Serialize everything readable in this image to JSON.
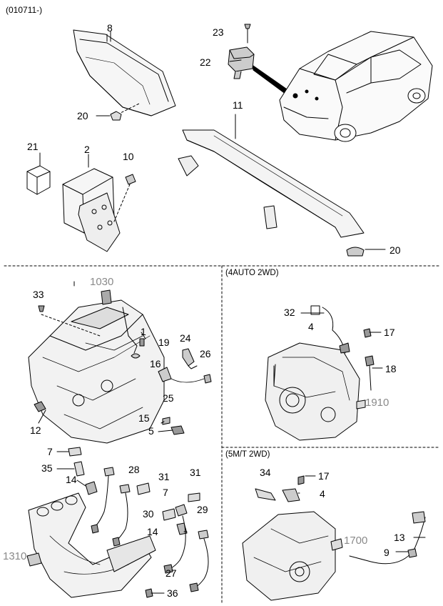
{
  "header": {
    "code": "(010711-)"
  },
  "sections": {
    "auto": "(4AUTO 2WD)",
    "manual": "(5M/T 2WD)"
  },
  "labels": {
    "p8": "8",
    "p23": "23",
    "p22": "22",
    "p20a": "20",
    "p11": "11",
    "p21": "21",
    "p2": "2",
    "p10": "10",
    "p20b": "20",
    "p1030": "1030",
    "p33": "33",
    "p1": "1",
    "p19": "19",
    "p24": "24",
    "p26": "26",
    "p16": "16",
    "p25": "25",
    "p12": "12",
    "p15": "15",
    "p5": "5",
    "p7a": "7",
    "p35": "35",
    "p14a": "14",
    "p28": "28",
    "p31a": "31",
    "p31b": "31",
    "p7b": "7",
    "p30": "30",
    "p29": "29",
    "p14b": "14",
    "p1310": "1310",
    "p27": "27",
    "p36": "36",
    "p32": "32",
    "p4a": "4",
    "p17a": "17",
    "p18": "18",
    "p1910": "1910",
    "p34": "34",
    "p17b": "17",
    "p4b": "4",
    "p1700": "1700",
    "p13": "13",
    "p9": "9"
  }
}
